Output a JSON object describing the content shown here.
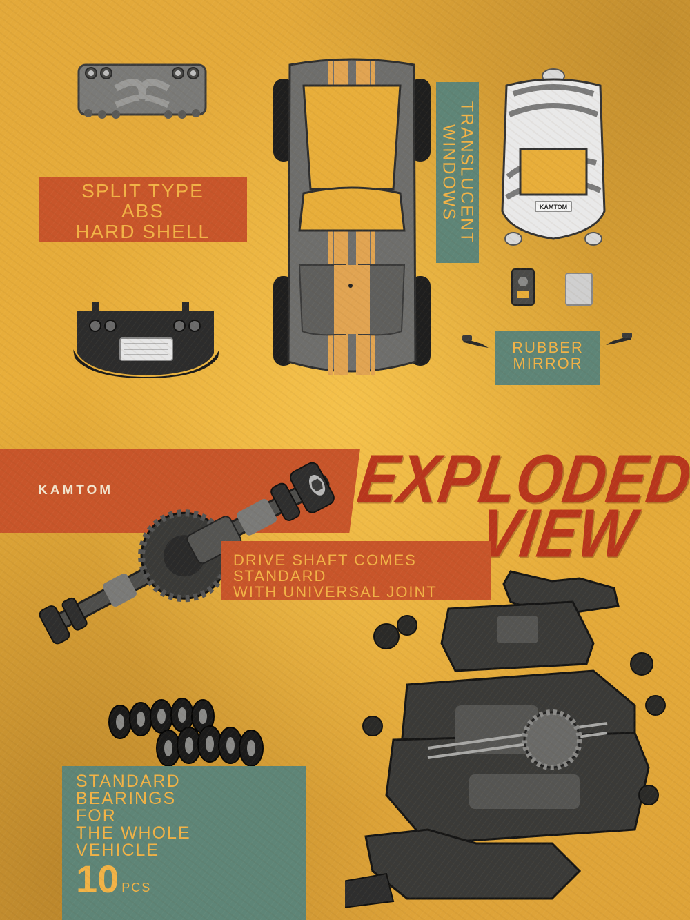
{
  "brand": "KAMTOM",
  "headline": {
    "line1": "EXPLODED",
    "line2": "VIEW"
  },
  "callouts": {
    "shell": [
      "SPLIT TYPE",
      "ABS",
      "HARD SHELL"
    ],
    "windows": [
      "TRANSLUCENT",
      "WINDOWS"
    ],
    "mirror": [
      "RUBBER",
      "MIRROR"
    ],
    "shaft": [
      "DRIVE SHAFT COMES",
      "STANDARD",
      "WITH UNIVERSAL JOINT"
    ],
    "bearings": {
      "lines": [
        "STANDARD",
        "BEARINGS",
        "FOR",
        "THE WHOLE",
        "VEHICLE"
      ],
      "count": "10",
      "unit": "PCS"
    }
  },
  "cage_brand": "KAMTOM",
  "colors": {
    "background": "#e3a93a",
    "accent_orange": "#c8552a",
    "accent_teal": "#5e8577",
    "headline": "#b8361d",
    "label_text": "#f2b347"
  }
}
